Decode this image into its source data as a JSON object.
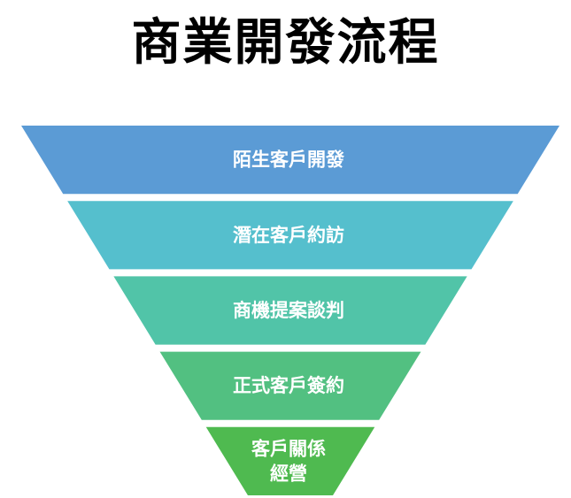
{
  "title": "商業開發流程",
  "funnel": {
    "stages": [
      {
        "lines": [
          "陌生客戶開發"
        ],
        "color": "#5b9bd5"
      },
      {
        "lines": [
          "潛在客戶約訪"
        ],
        "color": "#55bfcd"
      },
      {
        "lines": [
          "商機提案談判"
        ],
        "color": "#51c4a8"
      },
      {
        "lines": [
          "正式客戶簽約"
        ],
        "color": "#52c081"
      },
      {
        "lines": [
          "客戶關係",
          "經營"
        ],
        "color": "#4fba50"
      }
    ]
  }
}
